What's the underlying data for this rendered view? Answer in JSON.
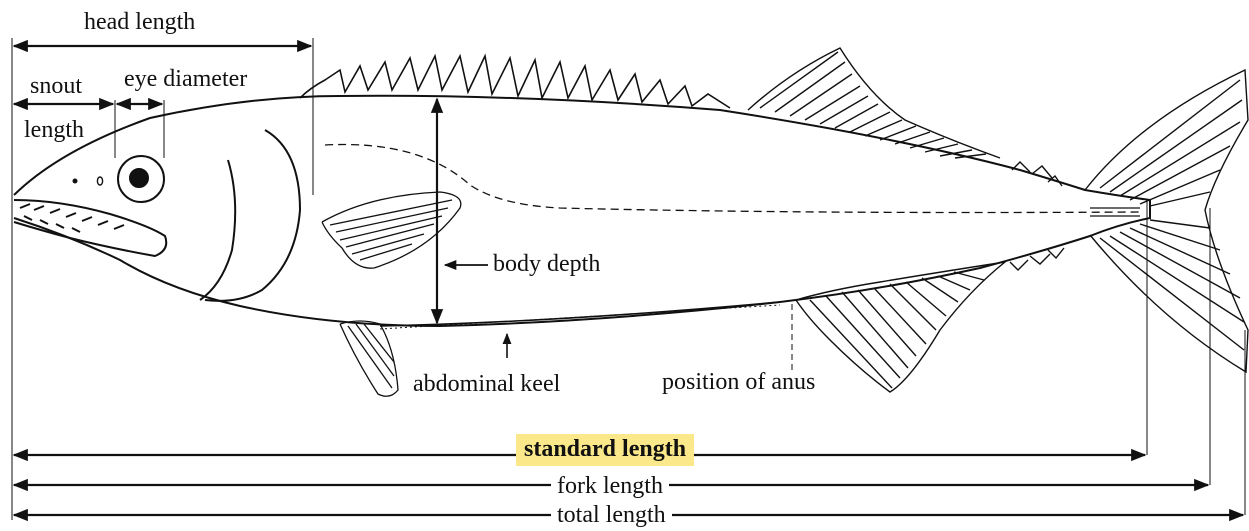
{
  "labels": {
    "head_length": "head length",
    "snout_line1": "snout",
    "snout_line2": "length",
    "eye_diameter": "eye diameter",
    "body_depth": "body depth",
    "abdominal_keel": "abdominal keel",
    "position_of_anus": "position of anus",
    "standard_length": "standard length",
    "fork_length": "fork length",
    "total_length": "total length"
  },
  "colors": {
    "ink": "#111111",
    "highlight": "#fae88a",
    "background": "#ffffff"
  }
}
